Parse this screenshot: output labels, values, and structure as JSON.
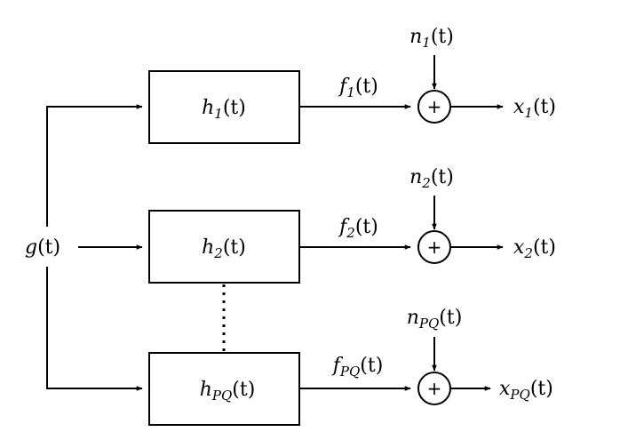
{
  "input_label": {
    "base": "g",
    "sub": "",
    "arg": "(t)"
  },
  "branches": [
    {
      "filter": {
        "base": "h",
        "sub": "1",
        "arg": "(t)"
      },
      "signal": {
        "base": "f",
        "sub": "1",
        "arg": "(t)"
      },
      "noise": {
        "base": "n",
        "sub": "1",
        "arg": "(t)"
      },
      "output": {
        "base": "x",
        "sub": "1",
        "arg": "(t)"
      }
    },
    {
      "filter": {
        "base": "h",
        "sub": "2",
        "arg": "(t)"
      },
      "signal": {
        "base": "f",
        "sub": "2",
        "arg": "(t)"
      },
      "noise": {
        "base": "n",
        "sub": "2",
        "arg": "(t)"
      },
      "output": {
        "base": "x",
        "sub": "2",
        "arg": "(t)"
      }
    },
    {
      "filter": {
        "base": "h",
        "sub": "PQ",
        "arg": "(t)"
      },
      "signal": {
        "base": "f",
        "sub": "PQ",
        "arg": "(t)"
      },
      "noise": {
        "base": "n",
        "sub": "PQ",
        "arg": "(t)"
      },
      "output": {
        "base": "x",
        "sub": "PQ",
        "arg": "(t)"
      }
    }
  ],
  "summer_symbol": "+"
}
